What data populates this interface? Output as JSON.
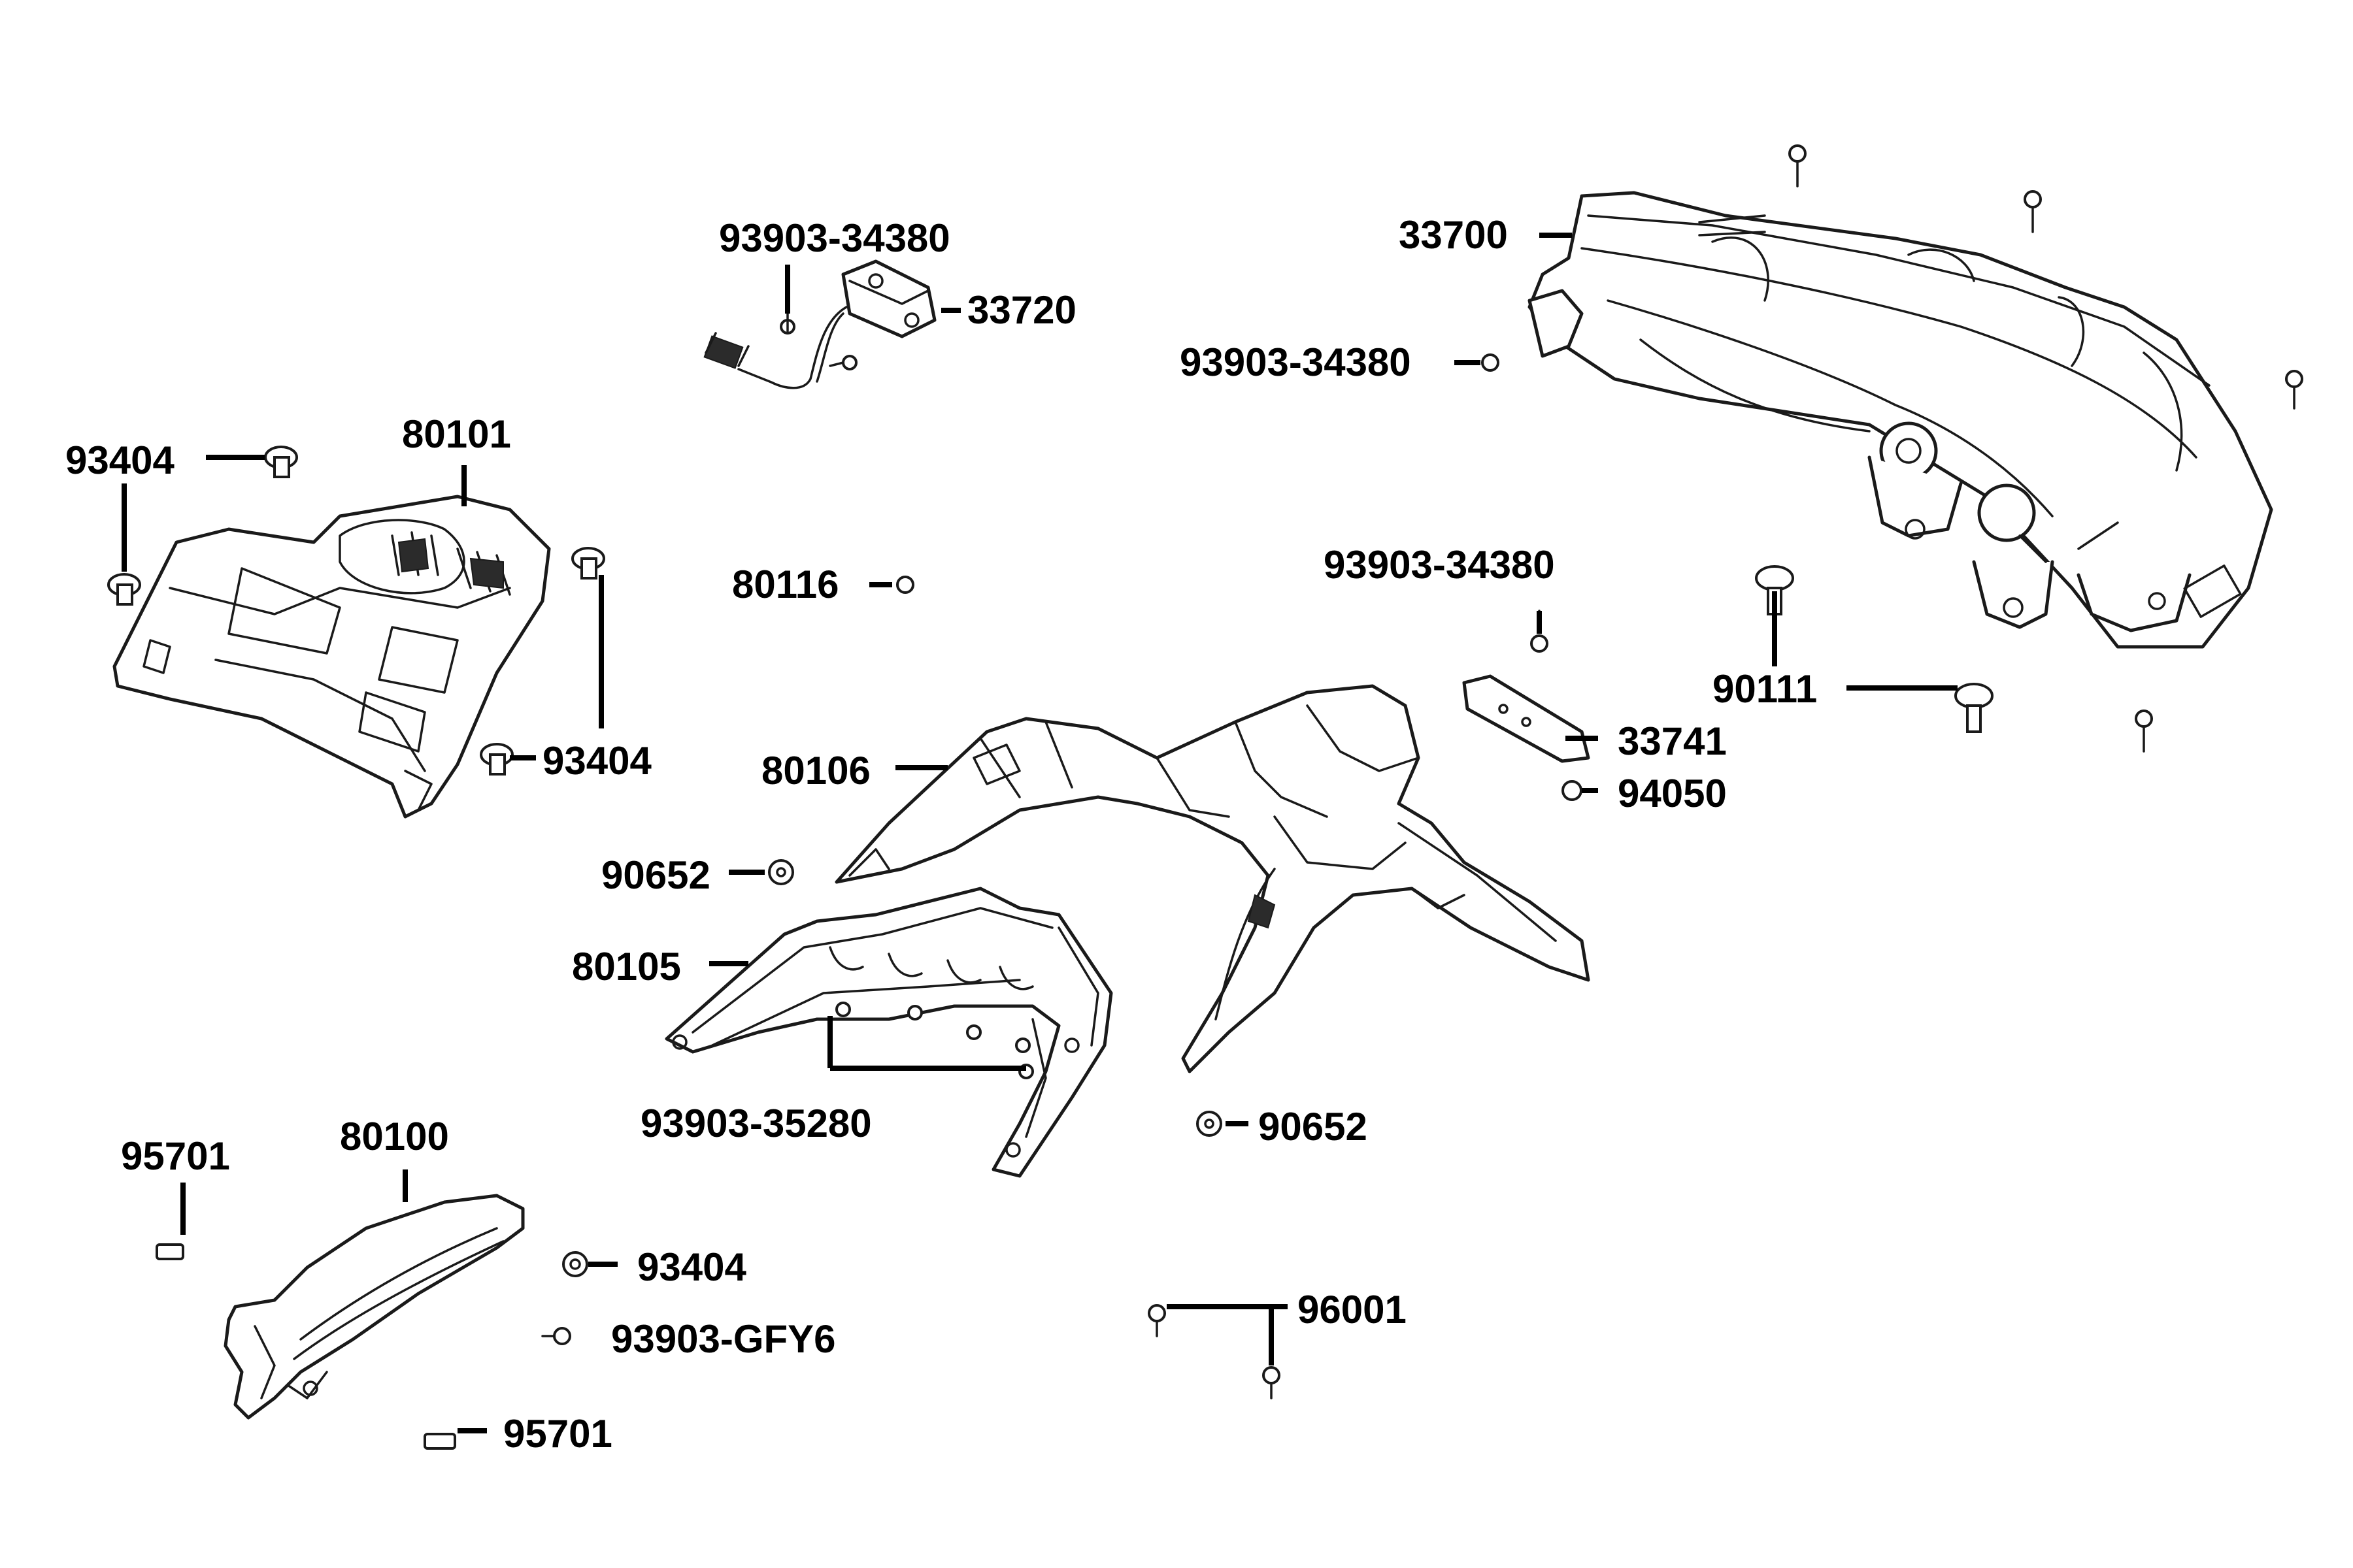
{
  "diagram": {
    "type": "exploded parts diagram",
    "line_color": "#1a1a1a",
    "background": "#ffffff",
    "callouts": {
      "c_93903_34380_top": "93903-34380",
      "c_33720": "33720",
      "c_33700": "33700",
      "c_93903_34380_right": "93903-34380",
      "c_93404_top": "93404",
      "c_80101": "80101",
      "c_93404_right": "93404",
      "c_80116": "80116",
      "c_93903_34380_mid": "93903-34380",
      "c_90111": "90111",
      "c_33741": "33741",
      "c_94050": "94050",
      "c_80106": "80106",
      "c_90652_left": "90652",
      "c_80105": "80105",
      "c_93903_35280": "93903-35280",
      "c_90652_bottom": "90652",
      "c_95701_top": "95701",
      "c_80100": "80100",
      "c_93404_bottom": "93404",
      "c_93903_GFY6": "93903-GFY6",
      "c_95701_bottom": "95701",
      "c_96001": "96001"
    }
  }
}
